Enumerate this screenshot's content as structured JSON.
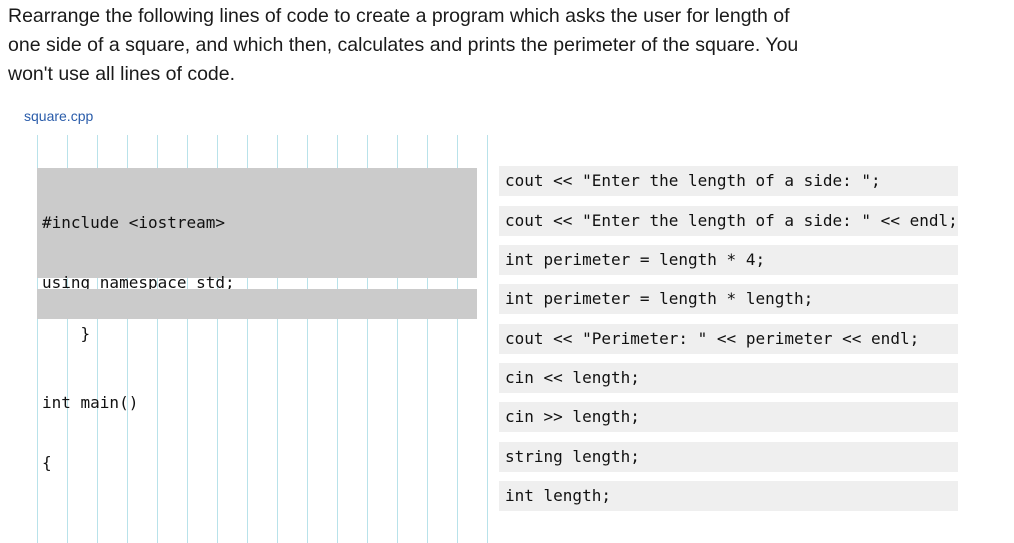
{
  "instructions": "Rearrange the following lines of code to create a program which asks the user for length of one side of a square, and which then, calculates and prints the perimeter of the square. You won't use all lines of code.",
  "filename": "square.cpp",
  "solution_blocks": [
    {
      "lines": [
        "#include <iostream>",
        "using namespace std;",
        "",
        "int main()",
        "{"
      ]
    },
    {
      "lines": [
        "}"
      ]
    }
  ],
  "bank_blocks": [
    "cout << \"Enter the length of a side: \";",
    "cout << \"Enter the length of a side: \" << endl;",
    "int perimeter = length * 4;",
    "int perimeter = length * length;",
    "cout << \"Perimeter: \" << perimeter << endl;",
    "cin << length;",
    "cin >> length;",
    "string length;",
    "int length;"
  ]
}
